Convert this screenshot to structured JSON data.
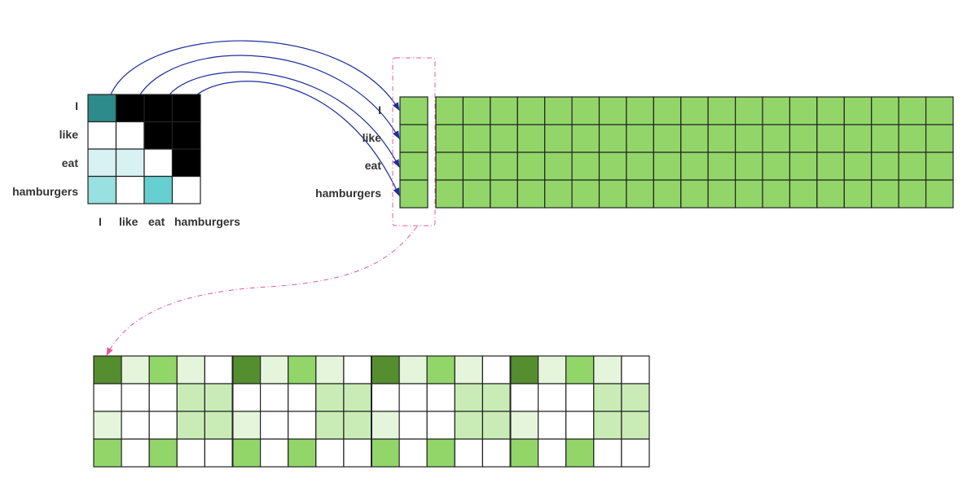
{
  "tokens": [
    "I",
    "like",
    "eat",
    "hamburgers"
  ],
  "attention_matrix": {
    "row_labels": [
      "I",
      "like",
      "eat",
      "hamburgers"
    ],
    "col_labels": [
      "I",
      "like",
      "eat",
      "hamburgers"
    ],
    "cells": [
      [
        "teal-dark",
        "black",
        "black",
        "black"
      ],
      [
        "white",
        "white",
        "black",
        "black"
      ],
      [
        "teal-pale",
        "teal-pale",
        "white",
        "black"
      ],
      [
        "teal-light",
        "white",
        "teal-mid",
        "white"
      ]
    ]
  },
  "embedding_rows": {
    "labels": [
      "I",
      "like",
      "eat",
      "hamburgers"
    ],
    "columns": 19
  },
  "expanded_grid": {
    "group_pattern": [
      [
        "g-dark",
        "g-pale",
        "g-bright",
        "g-pale",
        "white"
      ],
      [
        "white",
        "white",
        "white",
        "g-light",
        "g-light"
      ],
      [
        "g-pale",
        "white",
        "white",
        "g-light",
        "g-light"
      ],
      [
        "g-bright",
        "white",
        "g-bright",
        "white",
        "white"
      ]
    ],
    "groups": 4
  },
  "colors": {
    "teal-dark": "#2e8b8b",
    "teal-mid": "#66d0d0",
    "teal-light": "#99e0e0",
    "teal-pale": "#d8f2f4",
    "black": "#000000",
    "white": "#ffffff",
    "green": "#92d669",
    "g-dark": "#558e2f",
    "g-bright": "#92d669",
    "g-light": "#c9ecb6",
    "g-pale": "#e4f5db",
    "arrow": "#1f2f9a",
    "highlight": "#e05a9c"
  }
}
